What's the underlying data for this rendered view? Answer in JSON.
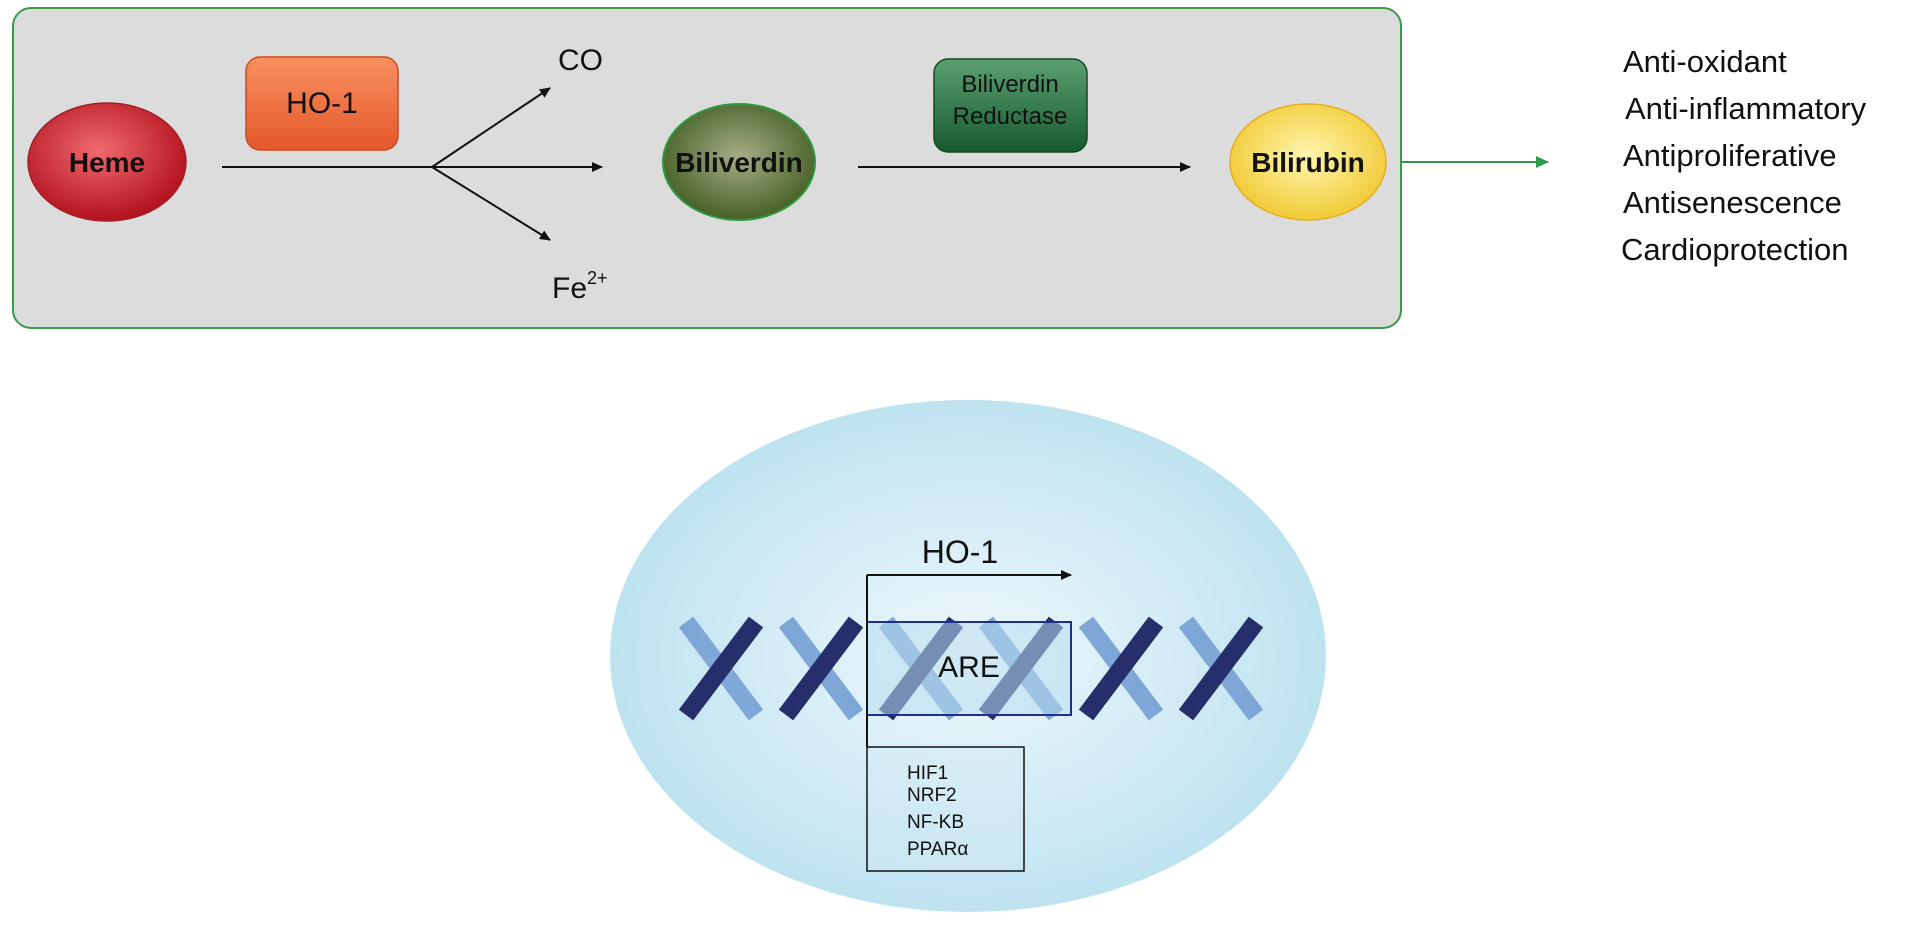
{
  "pathway": {
    "substrate": "Heme",
    "enzyme1": "HO-1",
    "byproduct_gas": "CO",
    "byproduct_ion": "Fe",
    "byproduct_ion_charge": "2+",
    "intermediate": "Biliverdin",
    "enzyme2_line1": "Biliverdin",
    "enzyme2_line2": "Reductase",
    "product": "Bilirubin"
  },
  "effects": [
    "Anti-oxidant",
    "Anti-inflammatory",
    "Antiproliferative",
    "Antisenescence",
    "Cardioprotection"
  ],
  "gene": {
    "name": "HO-1",
    "element": "ARE",
    "transcription_factors": [
      "HIF1",
      "NRF2",
      "NF-KB",
      "PPARα"
    ]
  },
  "colors": {
    "panel_fill": "#dcdcdc",
    "panel_border": "#3a9a4a",
    "heme": "#c8202c",
    "ho1_box": "#f06a36",
    "biliverdin": "#4f6a2a",
    "reductase_box": "#1f6a3e",
    "bilirubin": "#f3d23a",
    "effect_arrow": "#2e9a4a",
    "nucleus": "#cce9f3",
    "dna_dark": "#262f6b",
    "dna_light": "#6f9bd2"
  }
}
